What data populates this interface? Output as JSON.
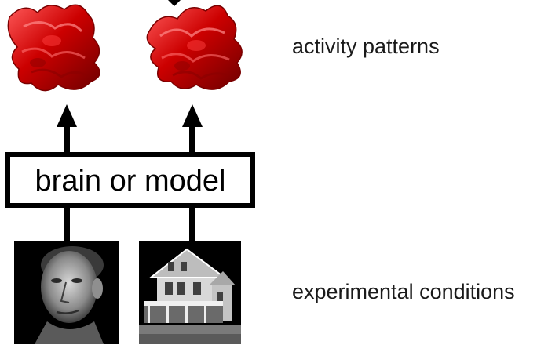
{
  "labels": {
    "activity_patterns": "activity patterns",
    "brain_or_model": "brain or model",
    "experimental_conditions": "experimental conditions"
  },
  "stimuli": [
    {
      "name": "face-photo",
      "description_icon": "face-image"
    },
    {
      "name": "house-photo",
      "description_icon": "house-image"
    }
  ],
  "colors": {
    "pattern_fill": "#cc0000",
    "pattern_highlight": "#ff5a5a",
    "pattern_shadow": "#6e0000",
    "box_stroke": "#000000",
    "photo_bg": "#000000"
  }
}
